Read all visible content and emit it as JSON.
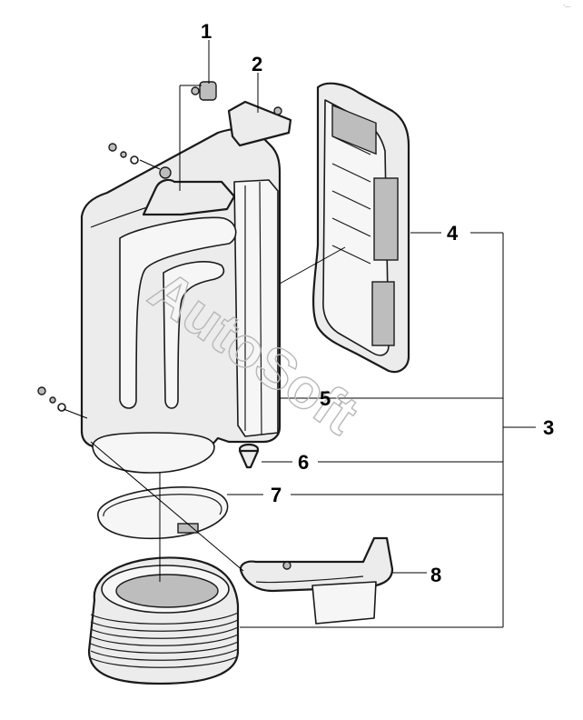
{
  "corner_mark": "ᵔ—",
  "watermark": "AutoSoft",
  "callouts": [
    "1",
    "2",
    "3",
    "4",
    "5",
    "6",
    "7",
    "8"
  ]
}
